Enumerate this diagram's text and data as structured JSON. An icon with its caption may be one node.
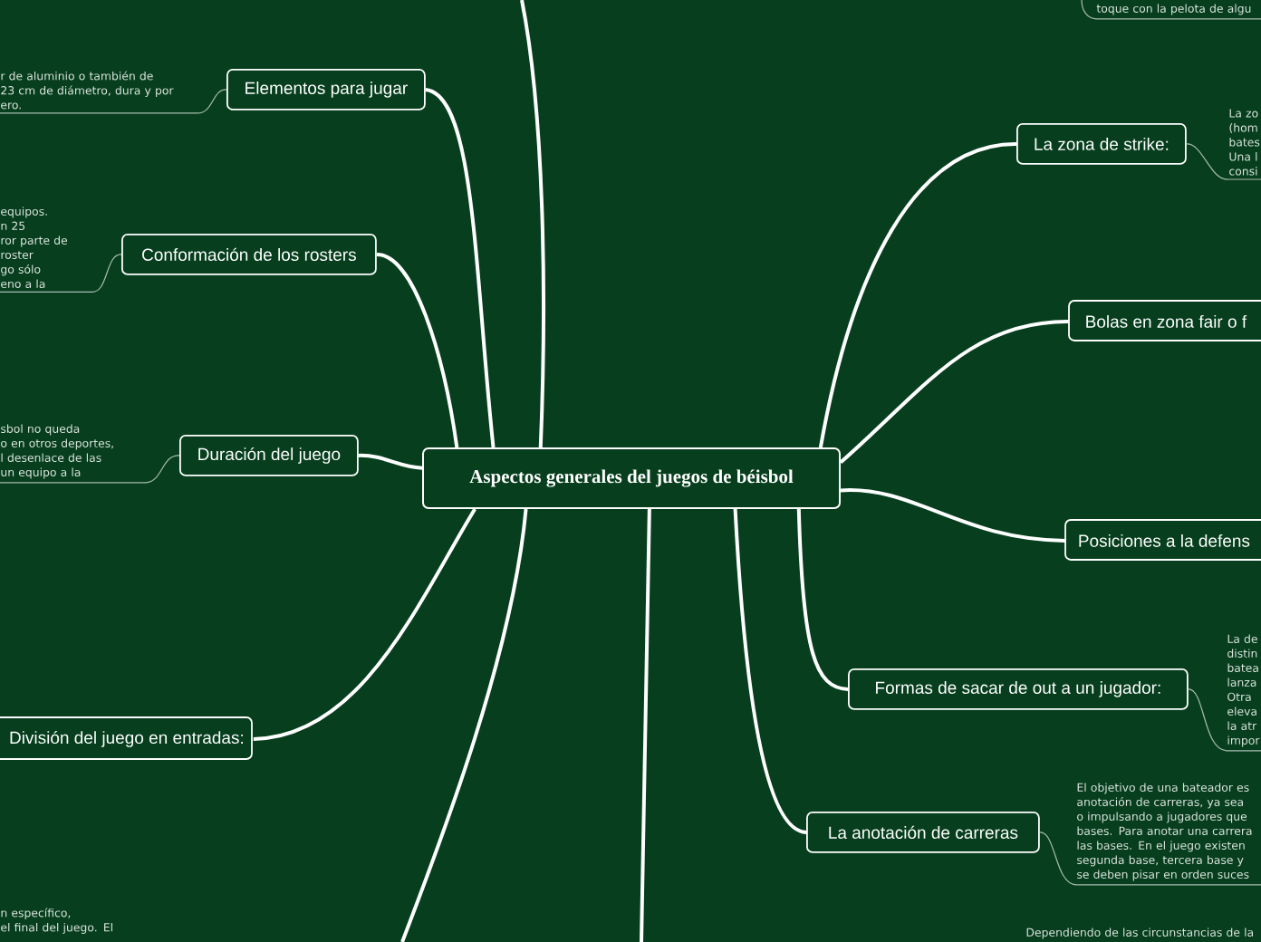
{
  "diagram": {
    "nodes": [
      {
        "text": [
          "Aspectos generales del juegos de béisbol"
        ]
      },
      {
        "text": [
          "Elementos para jugar"
        ]
      },
      {
        "text": [
          "r de aluminio o también de 23 cm de diámetro, dura y por ero."
        ]
      },
      {
        "text": [
          "Conformación de los rosters"
        ]
      },
      {
        "text": [
          "equipos. n 25 ror parte de roster go sólo eno a la"
        ]
      },
      {
        "text": [
          "Duración del juego"
        ]
      },
      {
        "text": [
          "sbol no queda o en otros deportes, l desenlace de las un equipo a la"
        ]
      },
      {
        "text": [
          "División del juego en entradas:"
        ]
      },
      {
        "text": [
          "toque con la pelota de algu"
        ]
      },
      {
        "text": [
          "La zona de strike:"
        ]
      },
      {
        "text": [
          "La zo (hom bates Una l consi"
        ]
      },
      {
        "text": [
          "Bolas en zona fair o f"
        ]
      },
      {
        "text": [
          "Posiciones a la defens"
        ]
      },
      {
        "text": [
          "Formas de sacar de out a un jugador:"
        ]
      },
      {
        "text": [
          "La de distin batea lanza Otra eleva la atr impor"
        ]
      },
      {
        "text": [
          "La anotación de carreras"
        ]
      },
      {
        "text": [
          "El objetivo de una bateador es anotación de carreras, ya sea o impulsando a jugadores que bases. Para anotar una carrera las bases. En el juego existen segunda base, tercera base y se deben pisar en orden suces"
        ]
      }
    ],
    "edges": [
      {
        "from": 0,
        "to": 1,
        "arrow": "none"
      },
      {
        "from": 0,
        "to": 3,
        "arrow": "none"
      },
      {
        "from": 0,
        "to": 5,
        "arrow": "none"
      },
      {
        "from": 0,
        "to": 7,
        "arrow": "none"
      },
      {
        "from": 0,
        "to": 9,
        "arrow": "none"
      },
      {
        "from": 0,
        "to": 11,
        "arrow": "none"
      },
      {
        "from": 0,
        "to": 12,
        "arrow": "none"
      },
      {
        "from": 0,
        "to": 13,
        "arrow": "none"
      },
      {
        "from": 0,
        "to": 15,
        "arrow": "none"
      },
      {
        "from": 0,
        "to": null,
        "arrow": "none"
      },
      {
        "from": 0,
        "to": null,
        "arrow": "none"
      },
      {
        "from": 0,
        "to": null,
        "arrow": "none"
      },
      {
        "from": 1,
        "to": 2,
        "arrow": "none",
        "color": "#a8bcae"
      },
      {
        "from": 3,
        "to": 4,
        "arrow": "none",
        "color": "#a8bcae"
      },
      {
        "from": 5,
        "to": 6,
        "arrow": "none",
        "color": "#a8bcae"
      },
      {
        "from": null,
        "to": 8,
        "arrow": "none",
        "color": "#a8bcae"
      },
      {
        "from": 9,
        "to": 10,
        "arrow": "none",
        "color": "#a8bcae"
      },
      {
        "from": 13,
        "to": 14,
        "arrow": "none",
        "color": "#a8bcae"
      },
      {
        "from": 15,
        "to": 16,
        "arrow": "none",
        "color": "#a8bcae"
      }
    ],
    "labels": [
      "n específico, el final del juego. El",
      "Dependiendo de las circunstancias de la"
    ]
  }
}
